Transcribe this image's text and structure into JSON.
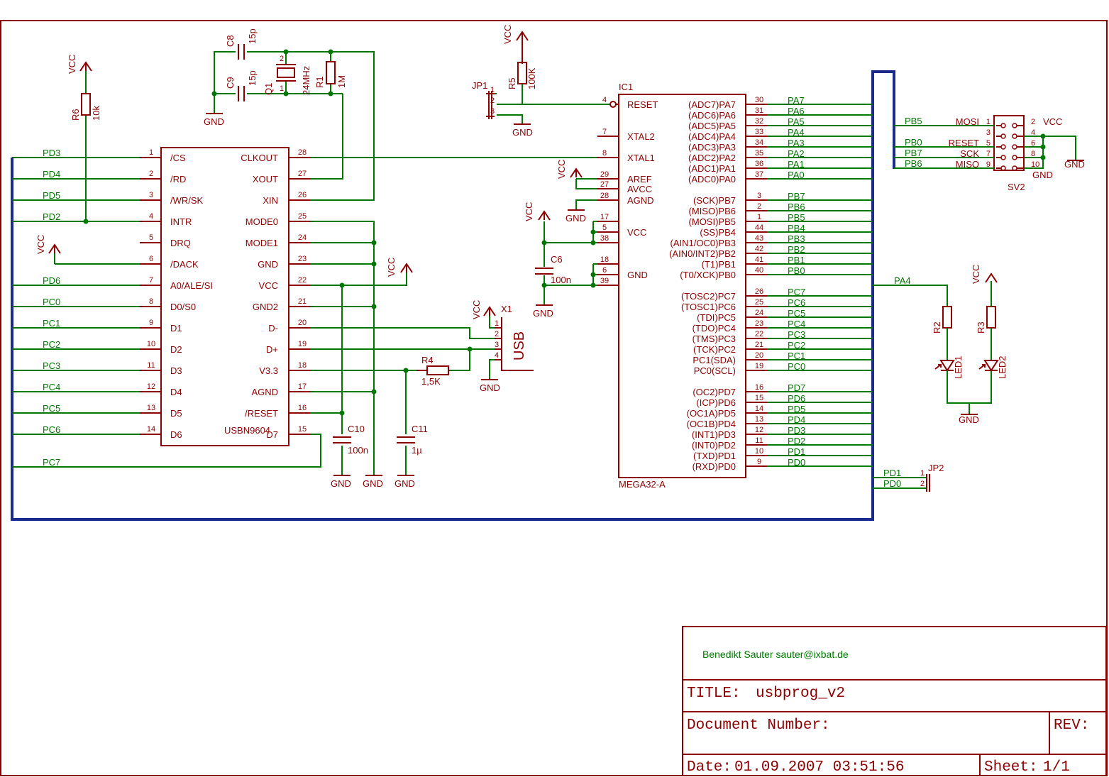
{
  "title_block": {
    "author": "Benedikt Sauter sauter@ixbat.de",
    "title_label": "TITLE:",
    "title": "usbprog_v2",
    "docnum_label": "Document Number:",
    "rev_label": "REV:",
    "date_label": "Date:",
    "date": "01.09.2007 03:51:56",
    "sheet_label": "Sheet:",
    "sheet": "1/1"
  },
  "usbn": {
    "name": "USBN9604",
    "left_pins": [
      {
        "num": "1",
        "name": "/CS",
        "net": "PD3"
      },
      {
        "num": "2",
        "name": "/RD",
        "net": "PD4"
      },
      {
        "num": "3",
        "name": "/WR/SK",
        "net": "PD5"
      },
      {
        "num": "4",
        "name": "INTR",
        "net": "PD2"
      },
      {
        "num": "5",
        "name": "DRQ",
        "net": ""
      },
      {
        "num": "6",
        "name": "/DACK",
        "net": ""
      },
      {
        "num": "7",
        "name": "A0/ALE/SI",
        "net": "PD6"
      },
      {
        "num": "8",
        "name": "D0/S0",
        "net": "PC0"
      },
      {
        "num": "9",
        "name": "D1",
        "net": "PC1"
      },
      {
        "num": "10",
        "name": "D2",
        "net": "PC2"
      },
      {
        "num": "11",
        "name": "D3",
        "net": "PC3"
      },
      {
        "num": "12",
        "name": "D4",
        "net": "PC4"
      },
      {
        "num": "13",
        "name": "D5",
        "net": "PC5"
      },
      {
        "num": "14",
        "name": "D6",
        "net": "PC6"
      }
    ],
    "right_pins": [
      {
        "num": "28",
        "name": "CLKOUT"
      },
      {
        "num": "27",
        "name": "XOUT"
      },
      {
        "num": "26",
        "name": "XIN"
      },
      {
        "num": "25",
        "name": "MODE0"
      },
      {
        "num": "24",
        "name": "MODE1"
      },
      {
        "num": "23",
        "name": "GND"
      },
      {
        "num": "22",
        "name": "VCC"
      },
      {
        "num": "21",
        "name": "GND2"
      },
      {
        "num": "20",
        "name": "D-"
      },
      {
        "num": "19",
        "name": "D+"
      },
      {
        "num": "18",
        "name": "V3.3"
      },
      {
        "num": "17",
        "name": "AGND"
      },
      {
        "num": "16",
        "name": "/RESET"
      },
      {
        "num": "15",
        "name": "D7"
      }
    ],
    "pc7_net": "PC7"
  },
  "mega": {
    "ref": "IC1",
    "name": "MEGA32-A",
    "left_pins": [
      {
        "num": "4",
        "name": "RESET"
      },
      {
        "num": "7",
        "name": "XTAL2"
      },
      {
        "num": "8",
        "name": "XTAL1"
      },
      {
        "num": "29",
        "name": "AREF"
      },
      {
        "num": "27",
        "name": "AVCC"
      },
      {
        "num": "28",
        "name": "AGND"
      },
      {
        "num": "17",
        "name": ""
      },
      {
        "num": "5",
        "name": "VCC"
      },
      {
        "num": "38",
        "name": ""
      },
      {
        "num": "18",
        "name": ""
      },
      {
        "num": "6",
        "name": "GND"
      },
      {
        "num": "39",
        "name": ""
      }
    ],
    "right_pins": [
      {
        "num": "30",
        "name": "(ADC7)PA7",
        "net": "PA7"
      },
      {
        "num": "31",
        "name": "(ADC6)PA6",
        "net": "PA6"
      },
      {
        "num": "32",
        "name": "(ADC5)PA5",
        "net": "PA5"
      },
      {
        "num": "33",
        "name": "(ADC4)PA4",
        "net": "PA4"
      },
      {
        "num": "34",
        "name": "(ADC3)PA3",
        "net": "PA3"
      },
      {
        "num": "35",
        "name": "(ADC2)PA2",
        "net": "PA2"
      },
      {
        "num": "36",
        "name": "(ADC1)PA1",
        "net": "PA1"
      },
      {
        "num": "37",
        "name": "(ADC0)PA0",
        "net": "PA0"
      },
      {
        "num": "3",
        "name": "(SCK)PB7",
        "net": "PB7"
      },
      {
        "num": "2",
        "name": "(MISO)PB6",
        "net": "PB6"
      },
      {
        "num": "1",
        "name": "(MOSI)PB5",
        "net": "PB5"
      },
      {
        "num": "44",
        "name": "(SS)PB4",
        "net": "PB4"
      },
      {
        "num": "43",
        "name": "(AIN1/OC0)PB3",
        "net": "PB3"
      },
      {
        "num": "42",
        "name": "(AIN0/INT2)PB2",
        "net": "PB2"
      },
      {
        "num": "41",
        "name": "(T1)PB1",
        "net": "PB1"
      },
      {
        "num": "40",
        "name": "(T0/XCK)PB0",
        "net": "PB0"
      },
      {
        "num": "26",
        "name": "(TOSC2)PC7",
        "net": "PC7"
      },
      {
        "num": "25",
        "name": "(TOSC1)PC6",
        "net": "PC6"
      },
      {
        "num": "24",
        "name": "(TDI)PC5",
        "net": "PC5"
      },
      {
        "num": "23",
        "name": "(TDO)PC4",
        "net": "PC4"
      },
      {
        "num": "22",
        "name": "(TMS)PC3",
        "net": "PC3"
      },
      {
        "num": "21",
        "name": "(TCK)PC2",
        "net": "PC2"
      },
      {
        "num": "20",
        "name": "PC1(SDA)",
        "net": "PC1"
      },
      {
        "num": "19",
        "name": "PC0(SCL)",
        "net": "PC0"
      },
      {
        "num": "16",
        "name": "(OC2)PD7",
        "net": "PD7"
      },
      {
        "num": "15",
        "name": "(ICP)PD6",
        "net": "PD6"
      },
      {
        "num": "14",
        "name": "(OC1A)PD5",
        "net": "PD5"
      },
      {
        "num": "13",
        "name": "(OC1B)PD4",
        "net": "PD4"
      },
      {
        "num": "12",
        "name": "(INT1)PD3",
        "net": "PD3"
      },
      {
        "num": "11",
        "name": "(INT0)PD2",
        "net": "PD2"
      },
      {
        "num": "10",
        "name": "(TXD)PD1",
        "net": "PD1"
      },
      {
        "num": "9",
        "name": "(RXD)PD0",
        "net": "PD0"
      }
    ]
  },
  "sv2": {
    "name": "SV2",
    "left": [
      {
        "num": "1",
        "name": "MOSI",
        "net": "PB5"
      },
      {
        "num": "3",
        "name": "",
        "net": ""
      },
      {
        "num": "5",
        "name": "RESET",
        "net": "PB0"
      },
      {
        "num": "7",
        "name": "SCK",
        "net": "PB7"
      },
      {
        "num": "9",
        "name": "MISO",
        "net": "PB6"
      }
    ],
    "right_nums": [
      "2",
      "4",
      "6",
      "8",
      "10"
    ],
    "vcc": "VCC",
    "gnd": "GND"
  },
  "jp1": {
    "ref": "JP1",
    "pins": [
      "1",
      "2",
      "3"
    ]
  },
  "jp2": {
    "ref": "JP2",
    "pins": [
      "1",
      "2"
    ],
    "nets": [
      "PD1",
      "PD0"
    ]
  },
  "x1": {
    "ref": "X1",
    "label": "USB",
    "pins": [
      "1",
      "2",
      "3",
      "4"
    ]
  },
  "parts": {
    "c8": "C8",
    "c8v": "15p",
    "c9": "C9",
    "c9v": "15p",
    "q1": "Q1",
    "q1v": "24MHz",
    "q1p1": "1",
    "q1p2": "2",
    "r1": "R1",
    "r1v": "1M",
    "r4": "R4",
    "r4v": "1,5K",
    "r5": "R5",
    "r5v": "100K",
    "r6": "R6",
    "r6v": "10k",
    "r2": "R2",
    "r3": "R3",
    "led1": "LED1",
    "led2": "LED2",
    "c6": "C6",
    "c6v": "100n",
    "c10": "C10",
    "c10v": "100n",
    "c11": "C11",
    "c11v": "1µ",
    "pa4": "PA4"
  },
  "power": {
    "vcc": "VCC",
    "gnd": "GND"
  },
  "colors": {
    "frame": "#8c0000",
    "wire": "#007800",
    "bus": "#1a2b8c"
  }
}
